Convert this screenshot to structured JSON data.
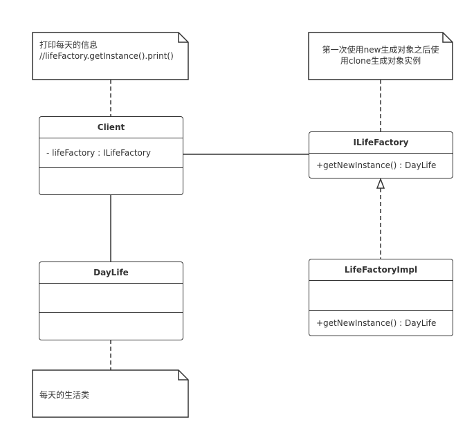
{
  "notes": {
    "client_note": {
      "line1": "打印每天的信息",
      "line2": "//lifeFactory.getInstance().print()"
    },
    "factory_note": {
      "line1": "第一次使用new生成对象之后使",
      "line2": "用clone生成对象实例"
    },
    "daylife_note": {
      "line1": "每天的生活类"
    }
  },
  "classes": {
    "client": {
      "name": "Client",
      "attributes": "- lifeFactory : ILifeFactory",
      "methods": ""
    },
    "ilifefactory": {
      "name": "ILifeFactory",
      "methods": "+getNewInstance() : DayLife"
    },
    "lifefactoryimpl": {
      "name": "LifeFactoryImpl",
      "attributes": "",
      "methods": "+getNewInstance() : DayLife"
    },
    "daylife": {
      "name": "DayLife",
      "attributes": "",
      "methods": ""
    }
  },
  "colors": {
    "stroke": "#333333",
    "background": "#ffffff"
  }
}
